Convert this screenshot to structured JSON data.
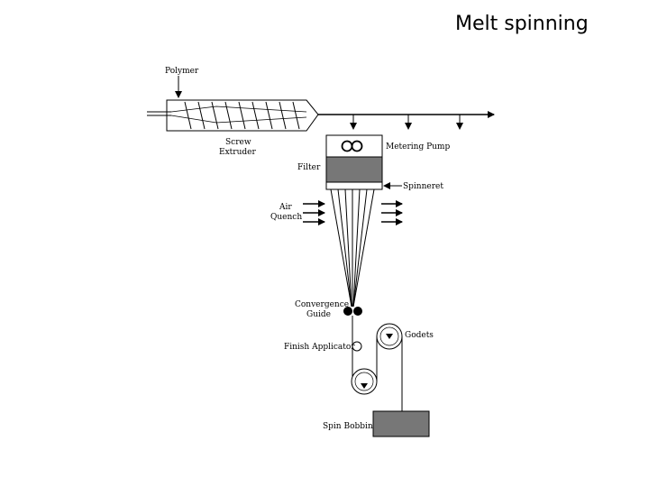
{
  "title": "Melt spinning",
  "labels": {
    "polymer": "Polymer",
    "screw_extruder_line1": "Screw",
    "screw_extruder_line2": "Extruder",
    "metering_pump": "Metering Pump",
    "filter": "Filter",
    "spinneret": "Spinneret",
    "air_quench_line1": "Air",
    "air_quench_line2": "Quench",
    "convergence_guide_line1": "Convergence",
    "convergence_guide_line2": "Guide",
    "finish_applicator": "Finish Applicator",
    "godets": "Godets",
    "spin_bobbin": "Spin Bobbin"
  },
  "colors": {
    "filter_fill": "#777777",
    "bobbin_fill": "#777777",
    "line": "#000000"
  }
}
